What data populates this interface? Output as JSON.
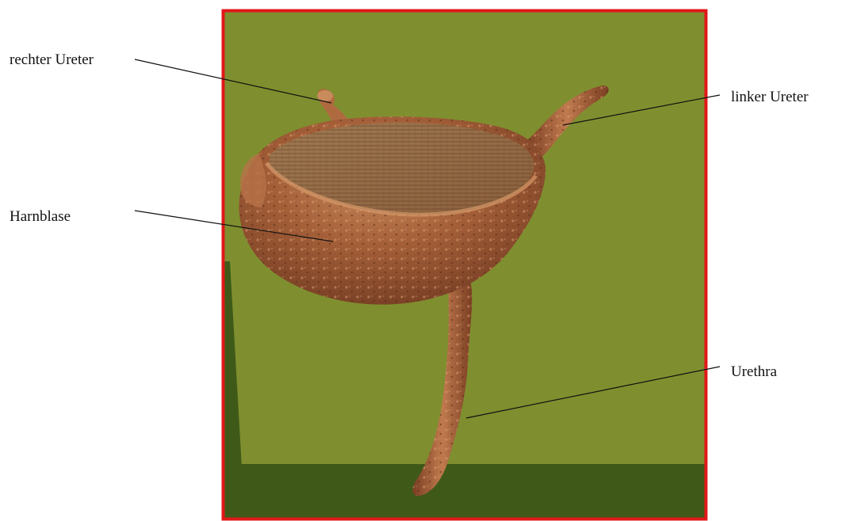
{
  "labels": {
    "right_ureter": "rechter Ureter",
    "left_ureter": "linker Ureter",
    "bladder": "Harnblase",
    "urethra": "Urethra"
  },
  "colors": {
    "frame_border": "#e01818",
    "background_green": "#7f8f2f",
    "floor_green": "#3f5a18",
    "organ": "#a8603a"
  }
}
